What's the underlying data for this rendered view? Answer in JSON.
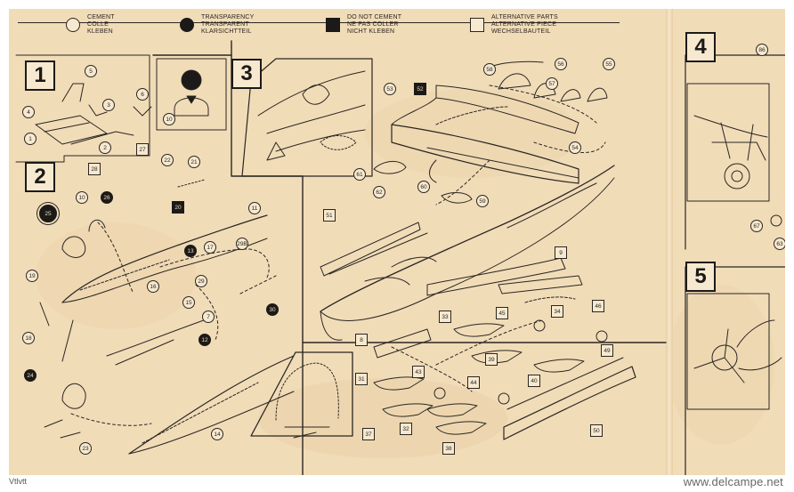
{
  "legend": [
    {
      "symbol": "open-circle",
      "lines": [
        "CEMENT",
        "COLLE",
        "KLEBEN"
      ]
    },
    {
      "symbol": "filled-circle",
      "lines": [
        "TRANSPARENCY",
        "TRANSPARENT",
        "KLARSICHTTEIL"
      ]
    },
    {
      "symbol": "filled-square",
      "lines": [
        "DO NOT CEMENT",
        "NE PAS COLLER",
        "NICHT KLEBEN"
      ]
    },
    {
      "symbol": "open-square",
      "lines": [
        "ALTERNATIVE PARTS",
        "ALTERNATIVE PIECE",
        "WECHSELBAUTEIL"
      ]
    }
  ],
  "steps": [
    "1",
    "2",
    "3",
    "4",
    "5"
  ],
  "part_callouts": [
    {
      "n": "1",
      "style": "open"
    },
    {
      "n": "2",
      "style": "open"
    },
    {
      "n": "3",
      "style": "open"
    },
    {
      "n": "4",
      "style": "open"
    },
    {
      "n": "5",
      "style": "open"
    },
    {
      "n": "6",
      "style": "open"
    },
    {
      "n": "7",
      "style": "open"
    },
    {
      "n": "8",
      "style": "boxed"
    },
    {
      "n": "9",
      "style": "boxed"
    },
    {
      "n": "10",
      "style": "open"
    },
    {
      "n": "10",
      "style": "open"
    },
    {
      "n": "11",
      "style": "open"
    },
    {
      "n": "12",
      "style": "filled"
    },
    {
      "n": "13",
      "style": "filled"
    },
    {
      "n": "14",
      "style": "open"
    },
    {
      "n": "15",
      "style": "open"
    },
    {
      "n": "16",
      "style": "open"
    },
    {
      "n": "17",
      "style": "open"
    },
    {
      "n": "18",
      "style": "open"
    },
    {
      "n": "19",
      "style": "open"
    },
    {
      "n": "20",
      "style": "squarefill"
    },
    {
      "n": "21",
      "style": "open"
    },
    {
      "n": "22",
      "style": "open"
    },
    {
      "n": "23",
      "style": "open"
    },
    {
      "n": "24",
      "style": "filled"
    },
    {
      "n": "25",
      "style": "ringed-filled"
    },
    {
      "n": "26",
      "style": "filled"
    },
    {
      "n": "27",
      "style": "boxed"
    },
    {
      "n": "28",
      "style": "boxed"
    },
    {
      "n": "29",
      "style": "open"
    },
    {
      "n": "29B",
      "style": "open"
    },
    {
      "n": "30",
      "style": "filled"
    },
    {
      "n": "31",
      "style": "boxed"
    },
    {
      "n": "32",
      "style": "boxed"
    },
    {
      "n": "33",
      "style": "boxed"
    },
    {
      "n": "34",
      "style": "boxed"
    },
    {
      "n": "37",
      "style": "boxed"
    },
    {
      "n": "38",
      "style": "boxed"
    },
    {
      "n": "39",
      "style": "boxed"
    },
    {
      "n": "40",
      "style": "boxed"
    },
    {
      "n": "43",
      "style": "boxed"
    },
    {
      "n": "44",
      "style": "boxed"
    },
    {
      "n": "45",
      "style": "boxed"
    },
    {
      "n": "46",
      "style": "boxed"
    },
    {
      "n": "49",
      "style": "boxed"
    },
    {
      "n": "50",
      "style": "boxed"
    },
    {
      "n": "51",
      "style": "boxed"
    },
    {
      "n": "52",
      "style": "squarefill"
    },
    {
      "n": "53",
      "style": "open"
    },
    {
      "n": "54",
      "style": "open"
    },
    {
      "n": "55",
      "style": "open"
    },
    {
      "n": "56",
      "style": "open"
    },
    {
      "n": "57",
      "style": "open"
    },
    {
      "n": "58",
      "style": "open"
    },
    {
      "n": "59",
      "style": "open"
    },
    {
      "n": "60",
      "style": "open"
    },
    {
      "n": "61",
      "style": "open"
    },
    {
      "n": "62",
      "style": "open"
    },
    {
      "n": "86",
      "style": "open"
    },
    {
      "n": "67",
      "style": "open"
    },
    {
      "n": "63",
      "style": "open"
    }
  ],
  "watermark": {
    "left": "Vtlvtt",
    "right": "www.delcampe.net"
  },
  "colors": {
    "paper": "#f1dcb8",
    "ink": "#1c1a18",
    "stain": "#e3c79c"
  }
}
